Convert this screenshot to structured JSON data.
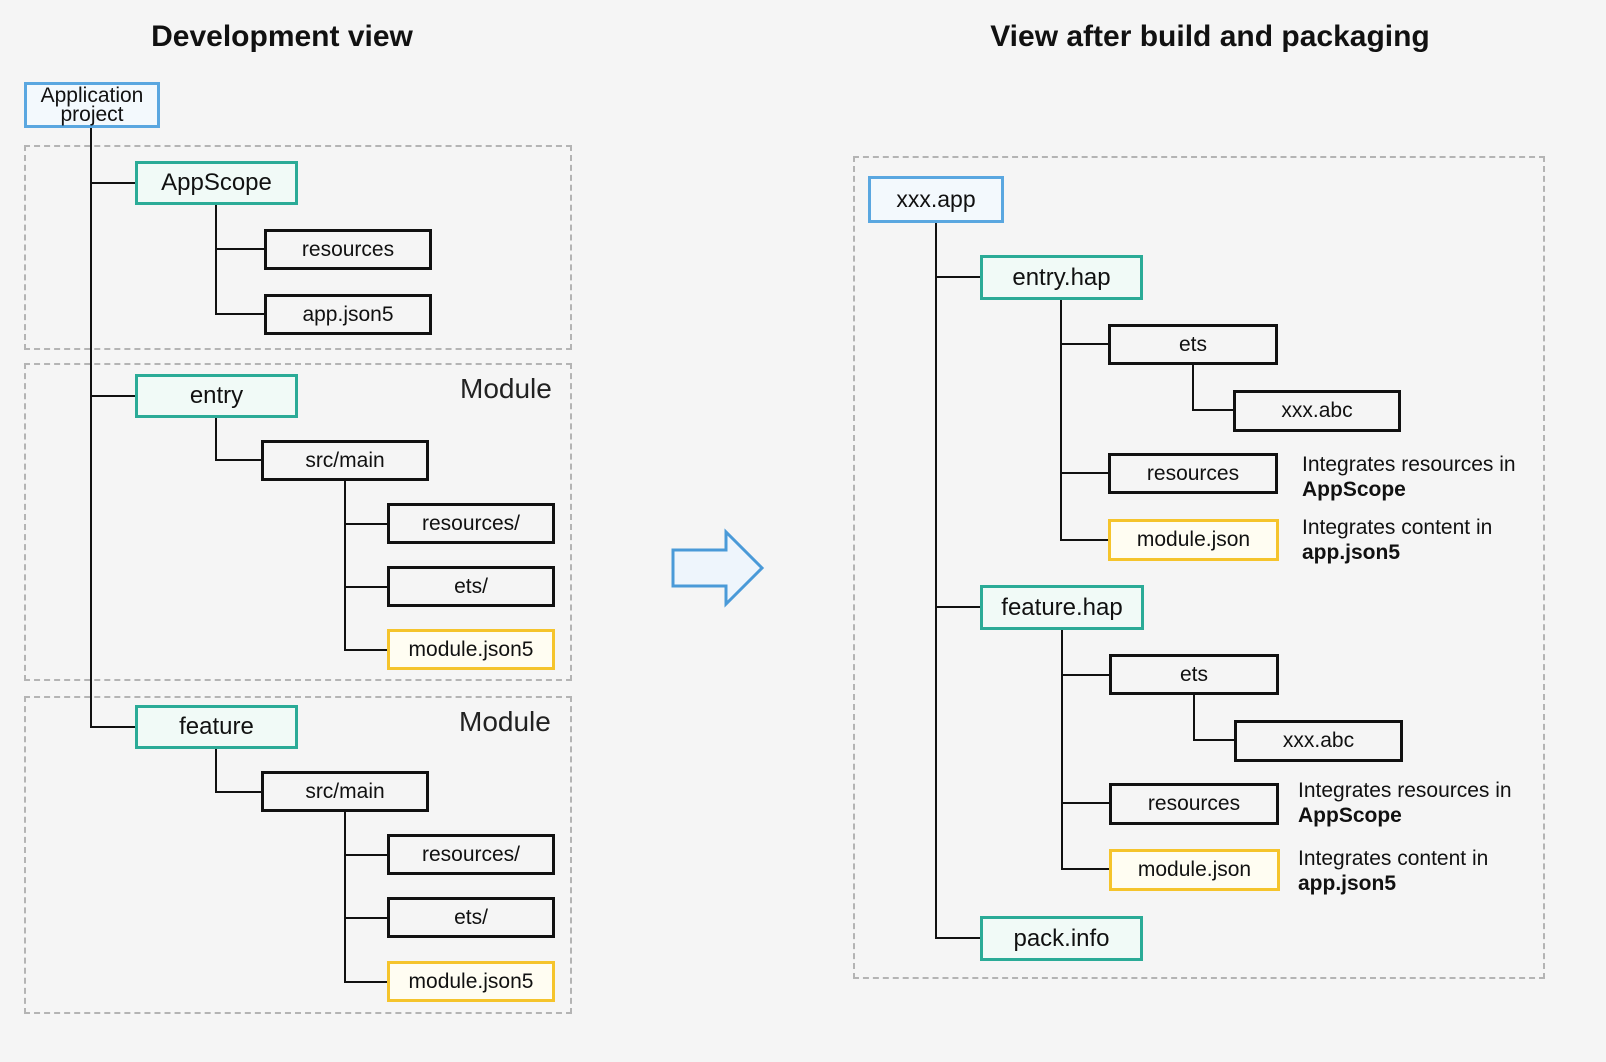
{
  "left": {
    "title": "Development view",
    "project": {
      "line1": "Application",
      "line2": "project"
    },
    "appscope": {
      "label": "AppScope",
      "children": [
        "resources",
        "app.json5"
      ]
    },
    "modules": [
      {
        "region_label": "Module",
        "name": "entry",
        "src": "src/main",
        "children": [
          "resources/",
          "ets/",
          "module.json5"
        ]
      },
      {
        "region_label": "Module",
        "name": "feature",
        "src": "src/main",
        "children": [
          "resources/",
          "ets/",
          "module.json5"
        ]
      }
    ]
  },
  "right": {
    "title": "View after build and packaging",
    "app": "xxx.app",
    "haps": [
      {
        "name": "entry.hap",
        "ets": "ets",
        "abc": "xxx.abc",
        "resources": "resources",
        "module": "module.json",
        "note_resources": {
          "text": "Integrates resources in",
          "bold": "AppScope"
        },
        "note_module": {
          "text": "Integrates content in",
          "bold": "app.json5"
        }
      },
      {
        "name": "feature.hap",
        "ets": "ets",
        "abc": "xxx.abc",
        "resources": "resources",
        "module": "module.json",
        "note_resources": {
          "text": "Integrates resources in",
          "bold": "AppScope"
        },
        "note_module": {
          "text": "Integrates content in",
          "bold": "app.json5"
        }
      }
    ],
    "packinfo": "pack.info"
  },
  "colors": {
    "module_border": "#2bab97",
    "config_border": "#f5c42c",
    "root_border": "#5aa7e0",
    "arrow_stroke": "#4a9ad8"
  }
}
